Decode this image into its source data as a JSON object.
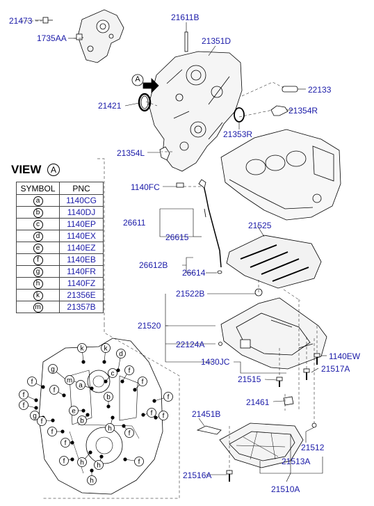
{
  "labels": {
    "p21473": "21473",
    "p1735AA": "1735AA",
    "p21611B": "21611B",
    "p21351D": "21351D",
    "p22133": "22133",
    "p21421": "21421",
    "p21354R": "21354R",
    "p21353R": "21353R",
    "p21354L": "21354L",
    "p1140FC": "1140FC",
    "p26611": "26611",
    "p26615": "26615",
    "p21525": "21525",
    "p26612B": "26612B",
    "p26614": "26614",
    "p21522B": "21522B",
    "p21520": "21520",
    "p22124A": "22124A",
    "p1430JC": "1430JC",
    "p1140EW": "1140EW",
    "p21517A": "21517A",
    "p21515": "21515",
    "p21461": "21461",
    "p21451B": "21451B",
    "p21512": "21512",
    "p21513A": "21513A",
    "p21516A": "21516A",
    "p21510A": "21510A"
  },
  "view": {
    "title": "VIEW",
    "mark": "A",
    "arrow_mark": "A",
    "col_symbol": "SYMBOL",
    "col_pnc": "PNC",
    "rows": [
      {
        "sym": "a",
        "pnc": "1140CG"
      },
      {
        "sym": "b",
        "pnc": "1140DJ"
      },
      {
        "sym": "c",
        "pnc": "1140EP"
      },
      {
        "sym": "d",
        "pnc": "1140EX"
      },
      {
        "sym": "e",
        "pnc": "1140EZ"
      },
      {
        "sym": "f",
        "pnc": "1140EB"
      },
      {
        "sym": "g",
        "pnc": "1140FR"
      },
      {
        "sym": "h",
        "pnc": "1140FZ"
      },
      {
        "sym": "k",
        "pnc": "21356E"
      },
      {
        "sym": "m",
        "pnc": "21357B"
      }
    ]
  },
  "bolt_callouts": [
    "k",
    "k",
    "g",
    "d",
    "m",
    "a",
    "f",
    "f",
    "f",
    "c",
    "f",
    "f",
    "e",
    "b",
    "f",
    "f",
    "g",
    "b",
    "f",
    "h",
    "f",
    "f",
    "f",
    "f",
    "f",
    "h",
    "f",
    "f",
    "h",
    "h"
  ]
}
